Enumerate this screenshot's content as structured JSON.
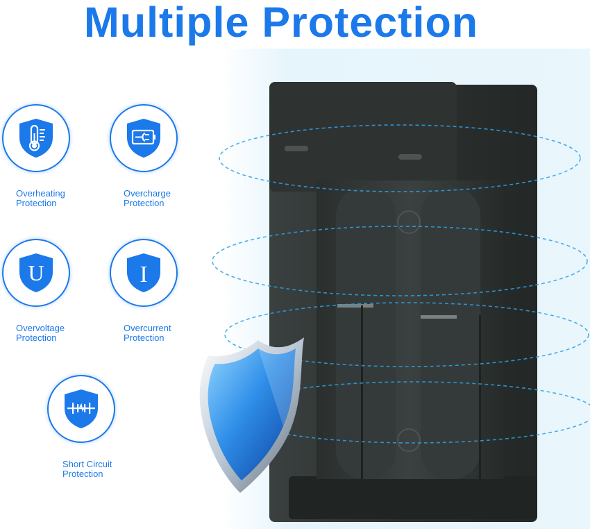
{
  "title": "Multiple Protection",
  "colors": {
    "accent": "#1b79ea",
    "device": "#2c3130"
  },
  "features": [
    {
      "icon": "thermometer-shield-icon",
      "line1": "Overheating",
      "line2": "Protection"
    },
    {
      "icon": "battery-plug-shield-icon",
      "line1": "Overcharge",
      "line2": "Protection"
    },
    {
      "icon": "voltage-u-shield-icon",
      "line1": "Overvoltage",
      "line2": "Protection"
    },
    {
      "icon": "current-i-shield-icon",
      "line1": "Overcurrent",
      "line2": "Protection"
    },
    {
      "icon": "short-circuit-shield-icon",
      "line1": "Short Circuit",
      "line2": "Protection"
    }
  ]
}
